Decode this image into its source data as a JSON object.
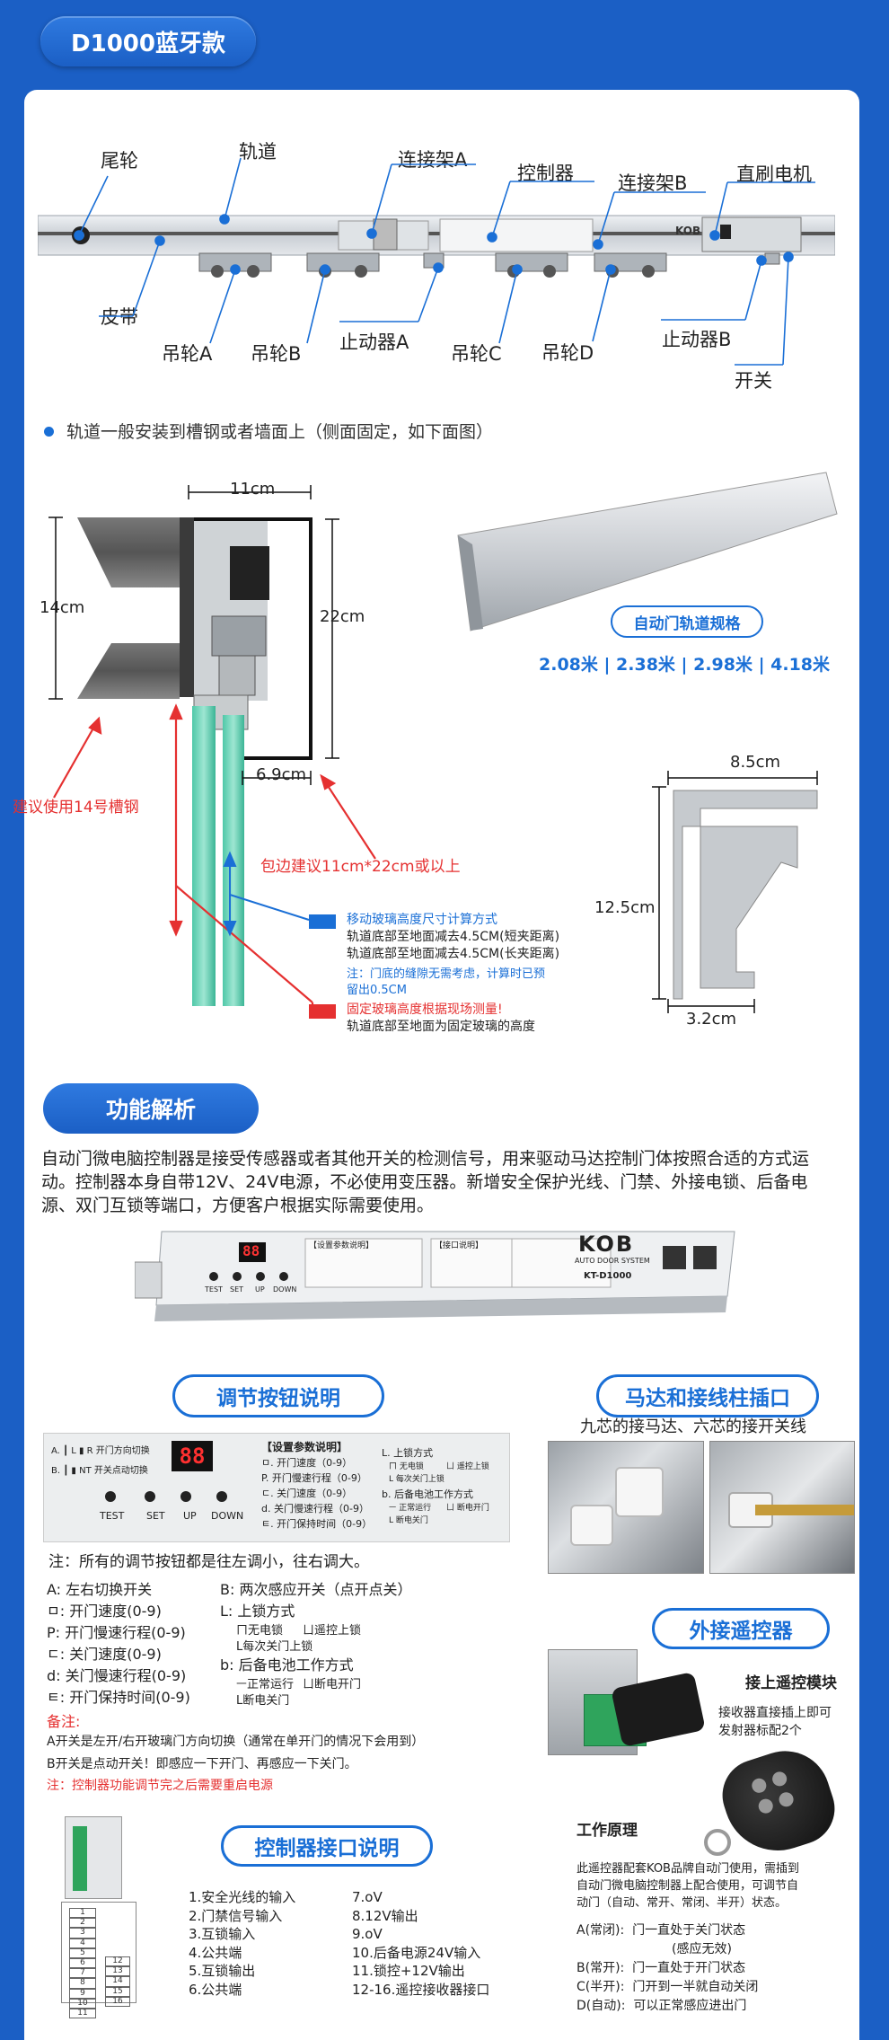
{
  "header": {
    "title": "D1000蓝牙款"
  },
  "diagram": {
    "labels": {
      "tail_wheel": "尾轮",
      "track": "轨道",
      "bracket_a": "连接架A",
      "controller": "控制器",
      "bracket_b": "连接架B",
      "motor": "直刷电机",
      "belt": "皮带",
      "hanger_a": "吊轮A",
      "hanger_b": "吊轮B",
      "stopper_a": "止动器A",
      "hanger_c": "吊轮C",
      "hanger_d": "吊轮D",
      "stopper_b": "止动器B",
      "switch": "开关"
    },
    "rail_brand": "KOB"
  },
  "install_note": "轨道一般安装到槽钢或者墙面上（侧面固定，如下面图）",
  "section": {
    "dim_width": "11cm",
    "dim_height_left": "14cm",
    "dim_height_right": "22cm",
    "dim_gap": "6.9cm",
    "channel_note": "建议使用14号槽钢",
    "cover_note": "包边建议11cm*22cm或以上",
    "moving_glass_title": "移动玻璃高度尺寸计算方式",
    "moving_glass_line1": "轨道底部至地面减去4.5CM(短夹距离)",
    "moving_glass_line2": "轨道底部至地面减去4.5CM(长夹距离)",
    "moving_glass_note1": "注：门底的缝隙无需考虑，计算时已预",
    "moving_glass_note2": "留出0.5CM",
    "fixed_glass_title": "固定玻璃高度根据现场测量!",
    "fixed_glass_line": "轨道底部至地面为固定玻璃的高度",
    "colors": {
      "accent": "#1a6fd6",
      "warning": "#e53030"
    }
  },
  "rail_spec": {
    "title": "自动门轨道规格",
    "lengths": "2.08米 | 2.38米 | 2.98米 | 4.18米",
    "dim_top": "8.5cm",
    "dim_side": "12.5cm",
    "dim_bottom": "3.2cm"
  },
  "features": {
    "title": "功能解析",
    "text": "自动门微电脑控制器是接受传感器或者其他开关的检测信号，用来驱动马达控制门体按照合适的方式运动。控制器本身自带12V、24V电源，不必使用变压器。新增安全保护光线、门禁、外接电锁、后备电源、双门互锁等端口，方便客户根据实际需要使用。"
  },
  "controller_board": {
    "brand": "KOB",
    "brand_sub": "AUTO DOOR SYSTEM",
    "model": "KT-D1000",
    "display": "88",
    "param_title": "【设置参数说明】",
    "port_title": "【接口说明】",
    "buttons": [
      "TEST",
      "SET",
      "UP",
      "DOWN"
    ]
  },
  "adjust": {
    "title": "调节按钮说明",
    "panel": {
      "switch_a": "A. ┃ L ▮ R  开门方向切换",
      "switch_b": "B. ┃ ▮ NT  开关点动切换",
      "display": "88",
      "param_title": "【设置参数说明】",
      "params": [
        "ㅁ. 开门速度（0-9）",
        "P. 开门慢速行程（0-9）",
        "ㄷ. 关门速度（0-9）",
        "d. 关门慢速行程（0-9）",
        "ㅌ. 开门保持时间（0-9）"
      ],
      "lock_title": "L. 上锁方式",
      "lock_opts": [
        "ㄇ 无电锁",
        "ㄩ 遥控上锁",
        "L 每次关门上锁"
      ],
      "battery_title": "b. 后备电池工作方式",
      "battery_opts": [
        "ㅡ 正常运行",
        "ㄩ 断电开门",
        "L 断电关门"
      ],
      "buttons": [
        "TEST",
        "SET",
        "UP",
        "DOWN"
      ]
    },
    "note": "注：所有的调节按钮都是往左调小，往右调大。",
    "left_items": [
      "A:  左右切换开关",
      "ㅁ:  开门速度(0-9)",
      "P:  开门慢速行程(0-9)",
      "ㄷ:  关门速度(0-9)",
      "d:  关门慢速行程(0-9)",
      "ㅌ:  开门保持时间(0-9)"
    ],
    "right_b": "B:  两次感应开关（点开点关）",
    "right_l": "L:  上锁方式",
    "right_l_opts": [
      "ㄇ无电锁",
      "ㄩ遥控上锁",
      "L每次关门上锁"
    ],
    "right_bat": "b:  后备电池工作方式",
    "right_bat_opts": [
      "ㅡ正常运行",
      "ㄩ断电开门",
      "L断电关门"
    ],
    "remark_title": "备注:",
    "remark1": "A开关是左开/右开玻璃门方向切换（通常在单开门的情况下会用到）",
    "remark2": "B开关是点动开关！即感应一下开门、再感应一下关门。",
    "remark3": "注：控制器功能调节完之后需要重启电源"
  },
  "motor_terminal": {
    "title": "马达和接线柱插口",
    "subtitle": "九芯的接马达、六芯的接开关线"
  },
  "remote": {
    "title": "外接遥控器",
    "module_title": "接上遥控模块",
    "module_desc1": "接收器直接插上即可",
    "module_desc2": "发射器标配2个",
    "principle_title": "工作原理",
    "principle_text1": "此遥控器配套KOB品牌自动门使用，需插到",
    "principle_text2": "自动门微电脑控制器上配合使用，可调节自",
    "principle_text3": "动门（自动、常开、常闭、半开）状态。",
    "modes": [
      {
        "key": "A(常闭):",
        "desc": "门一直处于关门状态"
      },
      {
        "key": "",
        "desc": "(感应无效)"
      },
      {
        "key": "B(常开):",
        "desc": "门一直处于开门状态"
      },
      {
        "key": "C(半开):",
        "desc": "门开到一半就自动关闭"
      },
      {
        "key": "D(自动):",
        "desc": "可以正常感应进出门"
      }
    ]
  },
  "ports": {
    "title": "控制器接口说明",
    "col1": [
      "1.安全光线的输入",
      "2.门禁信号输入",
      "3.互锁输入",
      "4.公共端",
      "5.互锁输出",
      "6.公共端"
    ],
    "col2": [
      "7.oV",
      "8.12V输出",
      "9.oV",
      "10.后备电源24V输入",
      "11.锁控+12V输出",
      "12-16.遥控接收器接口"
    ],
    "pins_left": [
      "1",
      "2",
      "3",
      "4",
      "5",
      "6",
      "7",
      "8",
      "9",
      "10",
      "11"
    ],
    "pins_right": [
      "12",
      "13",
      "14",
      "15",
      "16"
    ]
  }
}
